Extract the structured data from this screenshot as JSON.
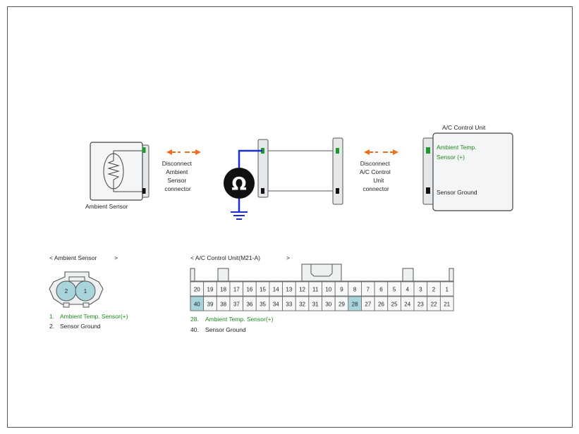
{
  "colors": {
    "wire_meter": "#1c2bd6",
    "arrow": "#f26a1b",
    "green_terminal": "#1e9a2a",
    "green_text": "#1e8a1e",
    "highlight_pin": "#a9d4dc",
    "panel_fill": "#f3f5f6",
    "connector_fill": "#e4e8ea"
  },
  "diagram": {
    "ambient_sensor_label": "Ambient Sensor",
    "disconnect_left": [
      "Disconnect",
      "Ambient",
      "Sensor",
      "connector"
    ],
    "disconnect_right": [
      "Disconnect",
      "A/C Control",
      "Unit",
      "connector"
    ],
    "ohmmeter_symbol": "Ω",
    "ohmmeter_icon": "ohmmeter-icon",
    "ground_icon": "ground-icon",
    "acu_title": "A/C Control Unit",
    "acu_pin_sensor_plus": [
      "Ambient Temp.",
      "Sensor (+)"
    ],
    "acu_pin_ground": "Sensor Ground"
  },
  "sensor_connector": {
    "title_left": "<  Ambient Sensor",
    "title_right": ">",
    "pins": [
      "2",
      "1"
    ],
    "legend": [
      {
        "num": "1.",
        "text": "Ambient Temp. Sensor(+)",
        "green": true
      },
      {
        "num": "2.",
        "text": "Sensor Ground",
        "green": false
      }
    ]
  },
  "acu_connector": {
    "title_left": "<  A/C Control Unit(M21-A)",
    "title_right": ">",
    "top_row": [
      "20",
      "19",
      "18",
      "17",
      "16",
      "15",
      "14",
      "13",
      "12",
      "11",
      "10",
      "9",
      "8",
      "7",
      "6",
      "5",
      "4",
      "3",
      "2",
      "1"
    ],
    "bottom_row": [
      "40",
      "39",
      "38",
      "37",
      "36",
      "35",
      "34",
      "33",
      "32",
      "31",
      "30",
      "29",
      "28",
      "27",
      "26",
      "25",
      "24",
      "23",
      "22",
      "21"
    ],
    "highlighted": [
      "40",
      "28"
    ],
    "legend": [
      {
        "num": "28.",
        "text": "Ambient Temp. Sensor(+)",
        "green": true
      },
      {
        "num": "40.",
        "text": "Sensor Ground",
        "green": false
      }
    ]
  }
}
